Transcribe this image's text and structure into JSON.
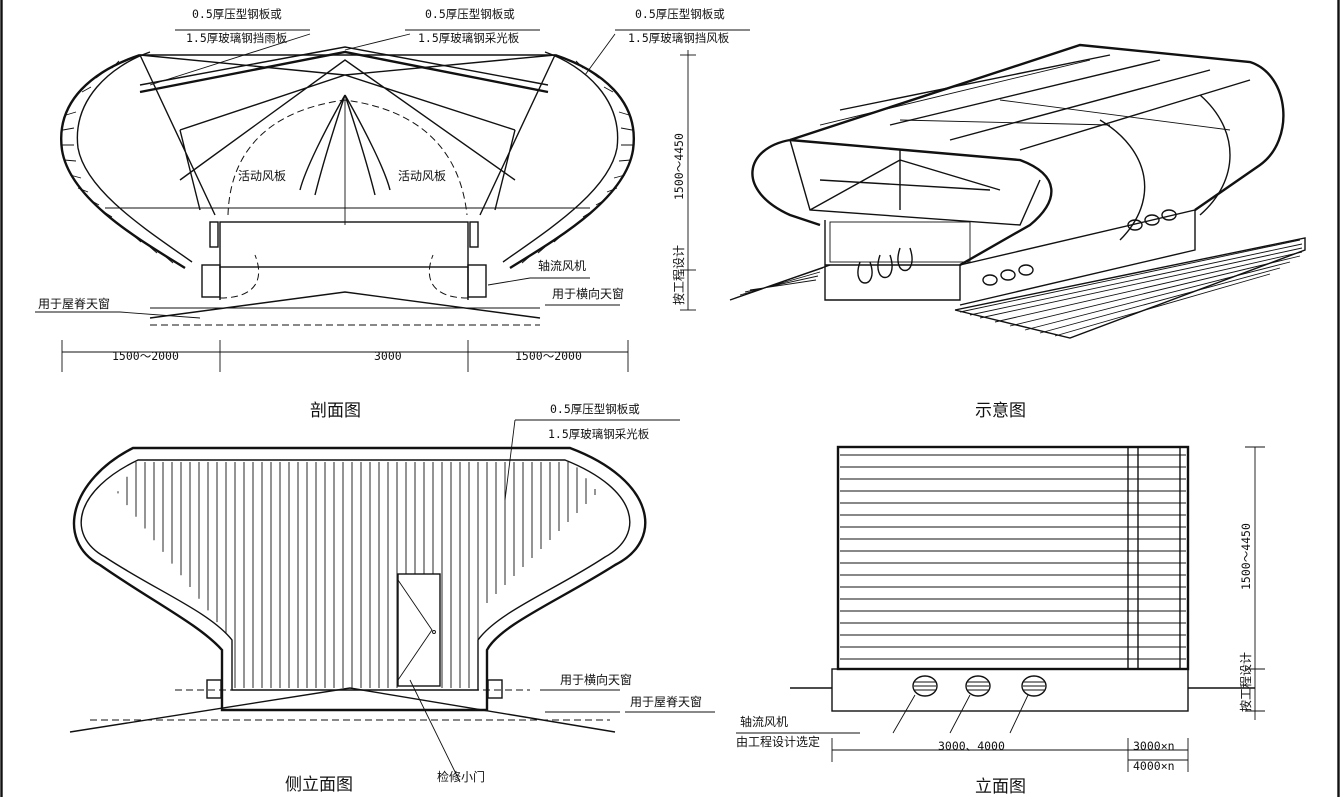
{
  "section_view": {
    "title": "剖面图",
    "callout_rain_1": "0.5厚压型钢板或",
    "callout_rain_2": "1.5厚玻璃钢挡雨板",
    "callout_light_1": "0.5厚压型钢板或",
    "callout_light_2": "1.5厚玻璃钢采光板",
    "callout_wind_1": "0.5厚压型钢板或",
    "callout_wind_2": "1.5厚玻璃钢挡风板",
    "damper_left": "活动风板",
    "damper_right": "活动风板",
    "fan": "轴流风机",
    "for_transverse": "用于横向天窗",
    "for_ridge": "用于屋脊天窗",
    "dim_left": "1500～2000",
    "dim_mid": "3000",
    "dim_right": "1500～2000",
    "dim_height": "1500～4450",
    "dim_height_note": "按工程设计"
  },
  "schematic_view": {
    "title": "示意图"
  },
  "side_view": {
    "title": "侧立面图",
    "callout_1": "0.5厚压型钢板或",
    "callout_2": "1.5厚玻璃钢采光板",
    "for_transverse": "用于横向天窗",
    "for_ridge": "用于屋脊天窗",
    "door": "检修小门"
  },
  "front_view": {
    "title": "立面图",
    "fan_1": "轴流风机",
    "fan_2": "由工程设计选定",
    "dim_width": "3000、4000",
    "dim_a": "3000×n",
    "dim_b": "4000×n",
    "dim_height": "1500～4450",
    "dim_height_note": "按工程设计"
  }
}
